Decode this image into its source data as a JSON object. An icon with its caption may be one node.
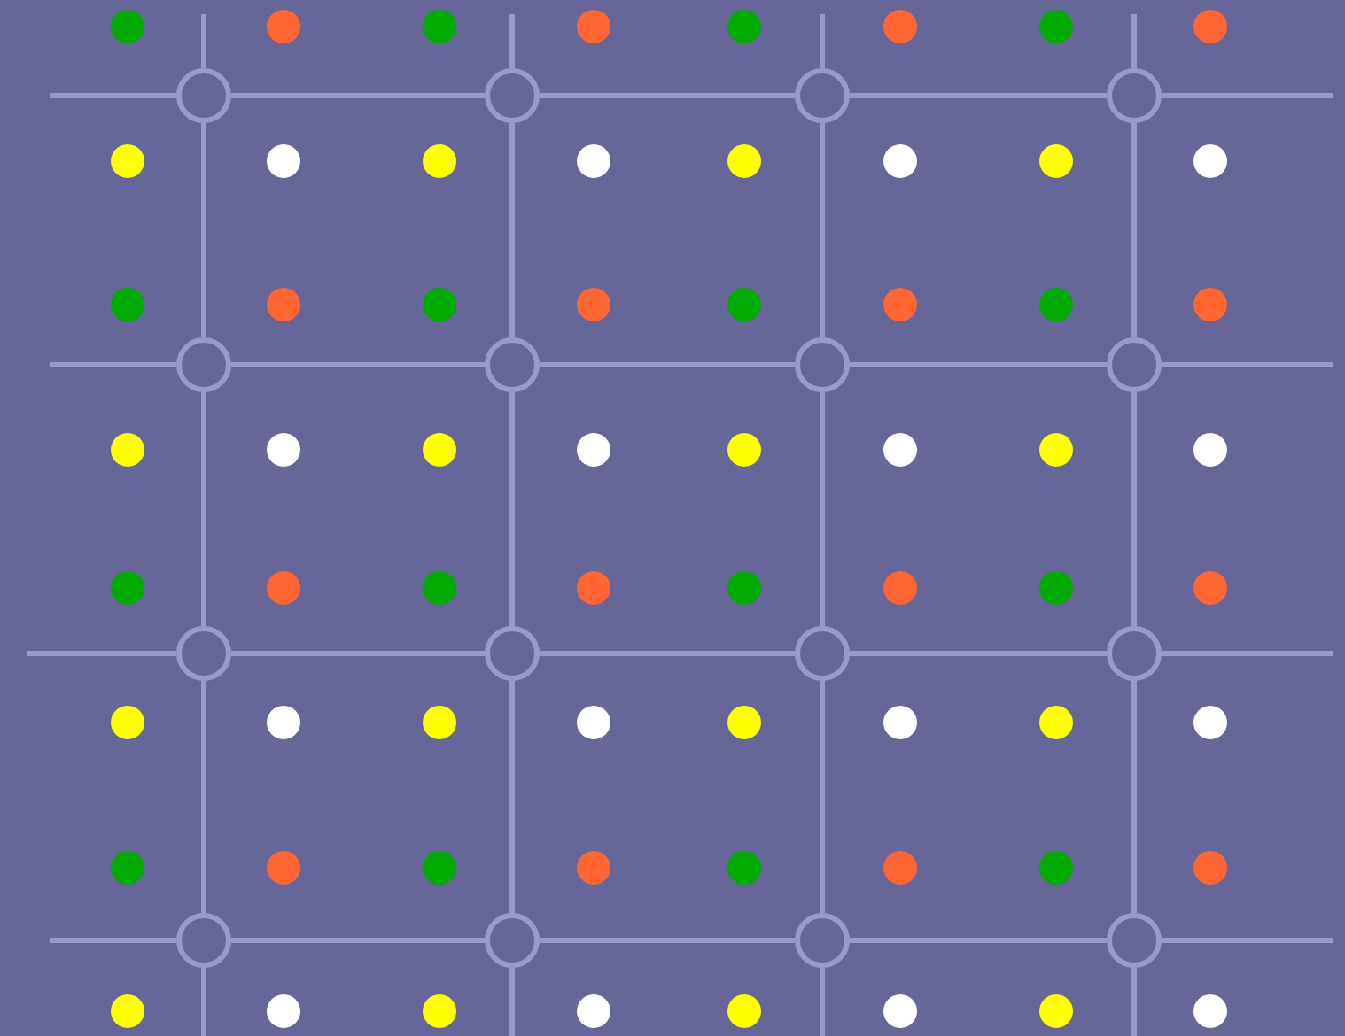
{
  "diagram": {
    "nodes": [
      {
        "text": [],
        "shape": "circle"
      },
      {
        "text": [],
        "shape": "circle"
      },
      {
        "text": [],
        "shape": "circle"
      },
      {
        "text": [],
        "shape": "circle"
      },
      {
        "text": [],
        "shape": "circle"
      },
      {
        "text": [],
        "shape": "circle"
      },
      {
        "text": [],
        "shape": "circle"
      },
      {
        "text": [],
        "shape": "circle"
      },
      {
        "text": [],
        "shape": "circle"
      },
      {
        "text": [],
        "shape": "circle"
      },
      {
        "text": [],
        "shape": "circle"
      },
      {
        "text": [],
        "shape": "circle"
      },
      {
        "text": [],
        "shape": "circle"
      },
      {
        "text": [],
        "shape": "circle"
      },
      {
        "text": [],
        "shape": "circle"
      },
      {
        "text": [],
        "shape": "circle"
      }
    ],
    "edges": [
      {
        "from": 0,
        "to": 1,
        "arrow": "none"
      },
      {
        "from": 1,
        "to": 2,
        "arrow": "none"
      },
      {
        "from": 2,
        "to": 3,
        "arrow": "none"
      },
      {
        "from": 4,
        "to": 5,
        "arrow": "none"
      },
      {
        "from": 5,
        "to": 6,
        "arrow": "none"
      },
      {
        "from": 6,
        "to": 7,
        "arrow": "none"
      },
      {
        "from": 8,
        "to": 9,
        "arrow": "none"
      },
      {
        "from": 9,
        "to": 10,
        "arrow": "none"
      },
      {
        "from": 10,
        "to": 11,
        "arrow": "none"
      },
      {
        "from": 12,
        "to": 13,
        "arrow": "none"
      },
      {
        "from": 13,
        "to": 14,
        "arrow": "none"
      },
      {
        "from": 14,
        "to": 15,
        "arrow": "none"
      },
      {
        "from": 0,
        "to": 4,
        "arrow": "none"
      },
      {
        "from": 4,
        "to": 8,
        "arrow": "none"
      },
      {
        "from": 8,
        "to": 12,
        "arrow": "none"
      },
      {
        "from": 1,
        "to": 5,
        "arrow": "none"
      },
      {
        "from": 5,
        "to": 9,
        "arrow": "none"
      },
      {
        "from": 9,
        "to": 13,
        "arrow": "none"
      },
      {
        "from": 2,
        "to": 6,
        "arrow": "none"
      },
      {
        "from": 6,
        "to": 10,
        "arrow": "none"
      },
      {
        "from": 10,
        "to": 14,
        "arrow": "none"
      },
      {
        "from": 3,
        "to": 7,
        "arrow": "none"
      },
      {
        "from": 7,
        "to": 11,
        "arrow": "none"
      },
      {
        "from": 11,
        "to": 15,
        "arrow": "none"
      },
      {
        "from": 0,
        "to": null,
        "arrow": "none"
      },
      {
        "from": 1,
        "to": null,
        "arrow": "none"
      },
      {
        "from": 2,
        "to": null,
        "arrow": "none"
      },
      {
        "from": 3,
        "to": null,
        "arrow": "none"
      },
      {
        "from": 12,
        "to": null,
        "arrow": "none"
      },
      {
        "from": 13,
        "to": null,
        "arrow": "none"
      },
      {
        "from": 14,
        "to": null,
        "arrow": "none"
      },
      {
        "from": 15,
        "to": null,
        "arrow": "none"
      },
      {
        "from": 0,
        "to": null,
        "arrow": "none"
      },
      {
        "from": 4,
        "to": null,
        "arrow": "none"
      },
      {
        "from": 8,
        "to": null,
        "arrow": "none"
      },
      {
        "from": 12,
        "to": null,
        "arrow": "none"
      },
      {
        "from": 3,
        "to": null,
        "arrow": "none"
      },
      {
        "from": 7,
        "to": null,
        "arrow": "none"
      },
      {
        "from": 11,
        "to": null,
        "arrow": "none"
      },
      {
        "from": 15,
        "to": null,
        "arrow": "none"
      }
    ]
  }
}
